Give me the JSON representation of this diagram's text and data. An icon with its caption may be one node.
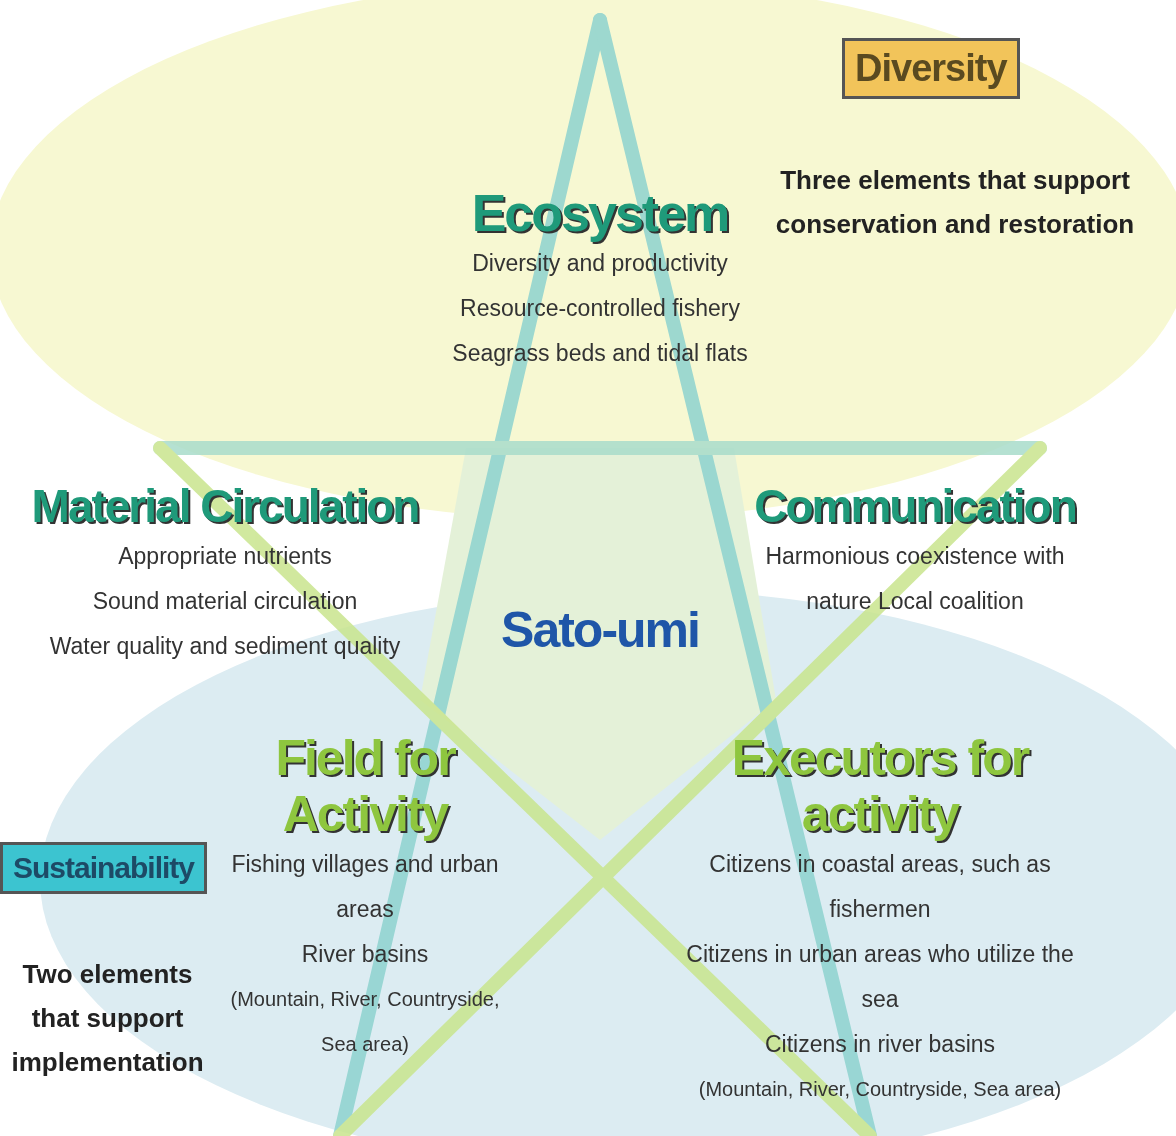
{
  "diagram": {
    "nodes": [
      {
        "text": [
          "Diversity"
        ]
      },
      {
        "text": [
          "Ecosystem",
          "Diversity and productivity",
          "Resource-controlled fishery",
          "Seagrass beds and tidal flats"
        ]
      },
      {
        "text": [
          "Material Circulation",
          "Appropriate nutrients",
          "Sound material circulation",
          "Water quality and sediment quality"
        ]
      },
      {
        "text": [
          "Sato-umi"
        ]
      },
      {
        "text": [
          "Communication",
          "Harmonious coexistence with nature Local coalition"
        ]
      },
      {
        "text": [
          "Field for Activity",
          "Fishing villages and urban areas",
          "River basins",
          "(Mountain, River, Countryside, Sea area)"
        ]
      },
      {
        "text": [
          "Sustainability"
        ]
      },
      {
        "text": [
          "Executors for activity",
          "Citizens in coastal areas, such as fishermen",
          "Citizens in urban areas who utilize the sea",
          "Citizens in river basins",
          "(Mountain, River, Countryside, Sea area)"
        ]
      }
    ],
    "labels": [
      "Three elements that support conservation and restoration",
      "Two elements that support implementation"
    ]
  }
}
